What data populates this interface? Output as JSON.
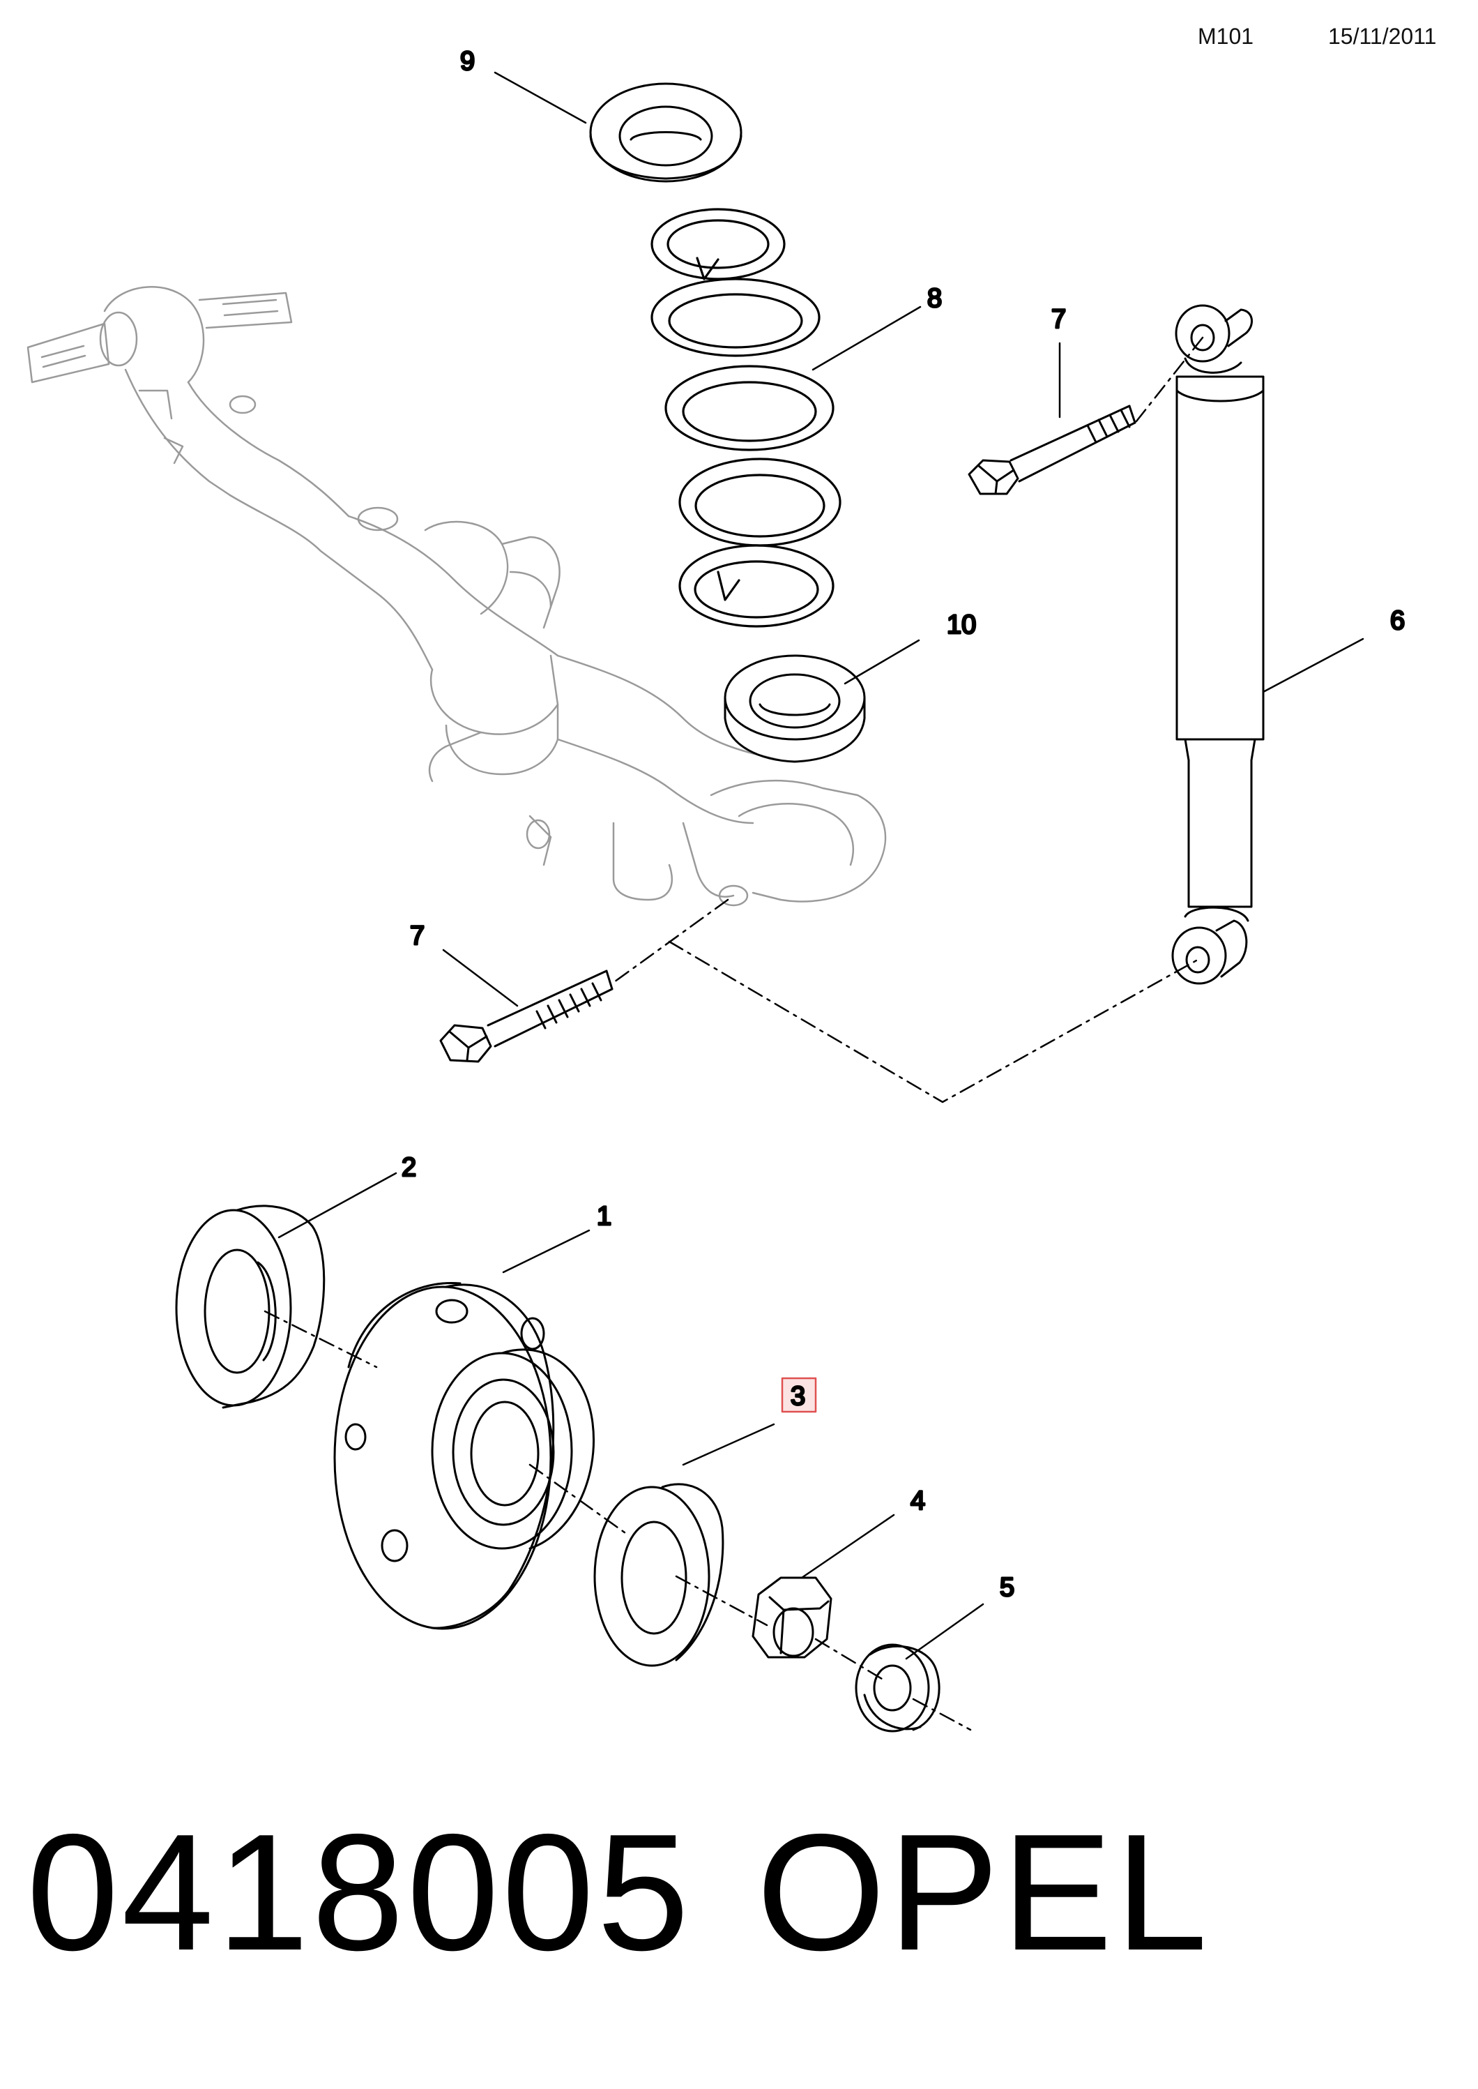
{
  "header": {
    "sheet_code": "M101",
    "date": "15/11/2011"
  },
  "callouts": [
    {
      "id": "c9",
      "label": "9"
    },
    {
      "id": "c8",
      "label": "8"
    },
    {
      "id": "c7a",
      "label": "7"
    },
    {
      "id": "c10",
      "label": "10"
    },
    {
      "id": "c6",
      "label": "6"
    },
    {
      "id": "c7b",
      "label": "7"
    },
    {
      "id": "c2",
      "label": "2"
    },
    {
      "id": "c1",
      "label": "1"
    },
    {
      "id": "c3",
      "label": "3",
      "highlighted": true
    },
    {
      "id": "c4",
      "label": "4"
    },
    {
      "id": "c5",
      "label": "5"
    }
  ],
  "highlight_color": "#e05050",
  "footer": {
    "part_number": "0418005",
    "brand": "OPEL"
  }
}
